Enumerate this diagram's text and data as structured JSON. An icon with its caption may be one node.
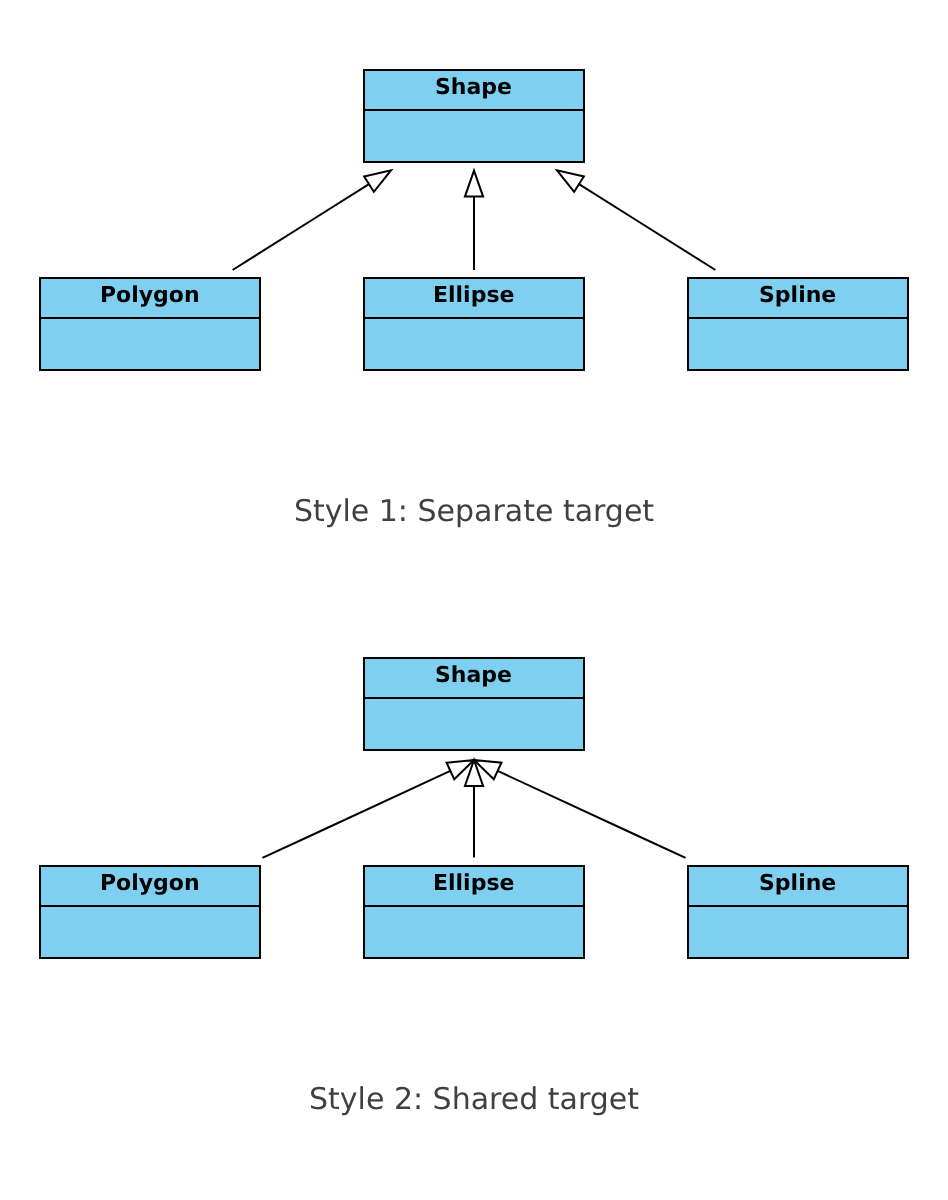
{
  "diagram": {
    "nodes": [
      {
        "text": [
          "Shape"
        ]
      },
      {
        "text": [
          "Polygon"
        ]
      },
      {
        "text": [
          "Ellipse"
        ]
      },
      {
        "text": [
          "Spline"
        ]
      },
      {
        "text": [
          "Shape"
        ]
      },
      {
        "text": [
          "Polygon"
        ]
      },
      {
        "text": [
          "Ellipse"
        ]
      },
      {
        "text": [
          "Spline"
        ]
      }
    ],
    "edges": [
      {
        "from": 1,
        "to": 0,
        "arrow": "to"
      },
      {
        "from": 2,
        "to": 0,
        "arrow": "to"
      },
      {
        "from": 3,
        "to": 0,
        "arrow": "to"
      },
      {
        "from": 5,
        "to": 4,
        "arrow": "to"
      },
      {
        "from": 6,
        "to": 4,
        "arrow": "to"
      },
      {
        "from": 7,
        "to": 4,
        "arrow": "to"
      }
    ],
    "labels": [
      "Style 1: Separate target",
      "Style 2: Shared target"
    ]
  }
}
